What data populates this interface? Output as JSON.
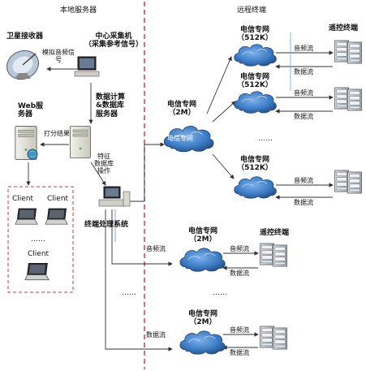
{
  "regions": {
    "local": "本地服务器",
    "remote": "远程终端"
  },
  "local": {
    "satellite": "卫星接收器",
    "analog_signal": [
      "模拟音频信",
      "号"
    ],
    "central_collector": [
      "中心采集机",
      "（采集参考信号）"
    ],
    "db_server": [
      "数据计算",
      "&数据库",
      "服务器"
    ],
    "web_server": [
      "Web服",
      "务器"
    ],
    "score_result": "打分结果",
    "feature_db": [
      "特征",
      "数据库",
      "操作"
    ],
    "terminal_system": "终端处理系统",
    "clients": [
      "Client",
      "Client",
      "Client"
    ],
    "ellipsis": "……"
  },
  "networks": {
    "main": {
      "title": "电信专网",
      "bw": "（2M）",
      "cloud_text": "电信专网"
    },
    "n512_1": {
      "title": "电信专网",
      "bw": "（512K）"
    },
    "n512_2": {
      "title": "电信专网",
      "bw": "（512K）"
    },
    "n512_3": {
      "title": "电信专网",
      "bw": "（512K）"
    },
    "n2m_1": {
      "title": "电信专网",
      "bw": "（2M）"
    },
    "n2m_2": {
      "title": "电信专网",
      "bw": "（2M）"
    }
  },
  "remote": {
    "terminals_top": "遥控终端",
    "terminals_mid": "遥控终端",
    "audio": "音频流",
    "data": "数据流",
    "ellipsis": "……"
  },
  "colors": {
    "divider": "#cc2222",
    "cloud": "#3f7fc8",
    "cloud_dark": "#2a5a9a",
    "dash_box": "#dd3333",
    "line": "#333333"
  }
}
